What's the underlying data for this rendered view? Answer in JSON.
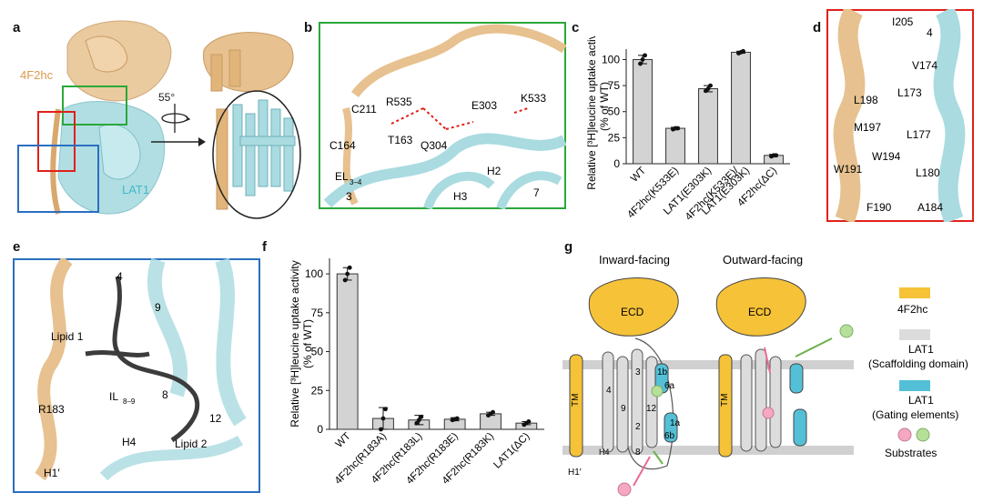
{
  "panel_labels": {
    "a": "a",
    "b": "b",
    "c": "c",
    "d": "d",
    "e": "e",
    "f": "f",
    "g": "g"
  },
  "colors": {
    "heavy_chain": "#e7c18f",
    "light_chain": "#a9dbe0",
    "box_green": "#2aa83a",
    "box_red": "#e0201b",
    "box_blue": "#2a6fc0",
    "ecd_yellow": "#f5c238",
    "gating_cyan": "#54c0d7",
    "scaffold_grey": "#dcdcdc",
    "substrate_pink": "#f6a7c2",
    "substrate_green": "#b5e09a",
    "bar_grey": "#d3d3d3",
    "lipid_dark": "#3c3c3c"
  },
  "panel_a": {
    "label_4f2hc": "4F2hc",
    "label_lat1": "LAT1",
    "rotation": "55°"
  },
  "panel_b": {
    "residues": [
      "C211",
      "R535",
      "E303",
      "K533",
      "C164",
      "T163",
      "Q304",
      "H2",
      "EL",
      "3–4",
      "3",
      "H3",
      "7"
    ]
  },
  "panel_d": {
    "residues": [
      "I205",
      "4",
      "V174",
      "L198",
      "L173",
      "M197",
      "L177",
      "W194",
      "W191",
      "L180",
      "F190",
      "A184"
    ]
  },
  "panel_e": {
    "labels": [
      "4",
      "9",
      "Lipid 1",
      "IL",
      "8–9",
      "8",
      "R183",
      "H4",
      "12",
      "Lipid 2",
      "H1′"
    ]
  },
  "panel_g": {
    "title_inward": "Inward-facing",
    "title_outward": "Outward-facing",
    "ecd": "ECD",
    "tm": "TM",
    "helices": [
      "1b",
      "6a",
      "1a",
      "6b",
      "3",
      "4",
      "9",
      "12",
      "2",
      "8",
      "H4",
      "H1′"
    ],
    "legend": [
      {
        "label": "4F2hc",
        "color": "#f5c238"
      },
      {
        "label": "LAT1",
        "sublabel": "(Scaffolding domain)",
        "color": "#dcdcdc"
      },
      {
        "label": "LAT1",
        "sublabel": "(Gating elements)",
        "color": "#54c0d7"
      },
      {
        "label": "Substrates",
        "color": "pink-green"
      }
    ]
  },
  "chart_data": [
    {
      "type": "bar",
      "panel": "c",
      "categories": [
        "WT",
        "4F2hc(K533E)",
        "LAT1(E303K)",
        "4F2hc(K533E)/\nLAT1(E303K)",
        "4F2hc(ΔC)"
      ],
      "values": [
        100,
        34,
        72,
        107,
        8
      ],
      "errors": [
        4,
        1,
        3,
        1,
        1
      ],
      "points": [
        [
          96,
          100,
          104
        ],
        [
          33,
          34,
          34
        ],
        [
          70,
          72,
          75
        ],
        [
          106,
          107,
          108
        ],
        [
          7,
          8,
          8
        ]
      ],
      "ylabel": "Relative [³H]leucine uptake activity (% of WT)",
      "ylim": [
        0,
        110
      ],
      "yticks": [
        0,
        25,
        50,
        75,
        100
      ]
    },
    {
      "type": "bar",
      "panel": "f",
      "categories": [
        "WT",
        "4F2hc(R183A)",
        "4F2hc(R183L)",
        "4F2hc(R183E)",
        "4F2hc(R183K)",
        "LAT1(ΔC)"
      ],
      "values": [
        100,
        7,
        6,
        6.5,
        10,
        4
      ],
      "errors": [
        4,
        7,
        3,
        1,
        1,
        1
      ],
      "points": [
        [
          96,
          100,
          104
        ],
        [
          0,
          7,
          13
        ],
        [
          4,
          6,
          8
        ],
        [
          6,
          6.5,
          7
        ],
        [
          9,
          10,
          11
        ],
        [
          3,
          4,
          5
        ]
      ],
      "ylabel": "Relative [³H]leucine uptake activity (% of WT)",
      "ylim": [
        0,
        110
      ],
      "yticks": [
        0,
        25,
        50,
        75,
        100
      ]
    }
  ]
}
